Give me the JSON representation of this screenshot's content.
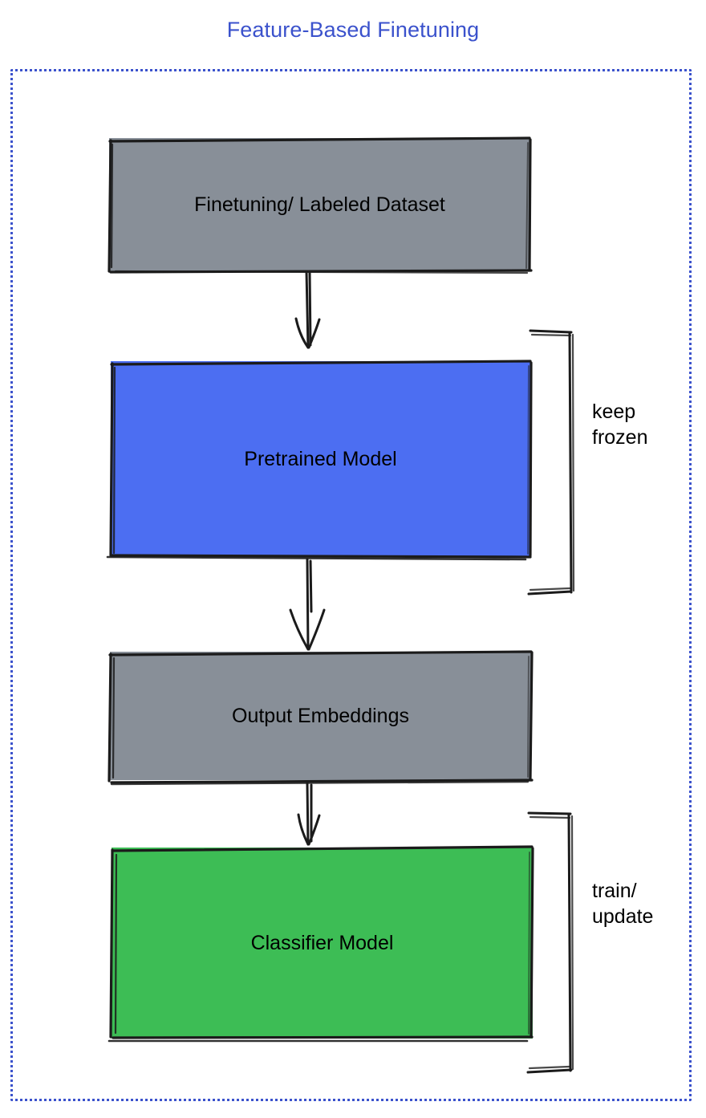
{
  "diagram": {
    "title": "Feature-Based Finetuning",
    "title_color": "#3b52cc",
    "frame": {
      "name": "dashed-container",
      "border_color": "#3b52cc",
      "border_style": "dotted"
    },
    "nodes": [
      {
        "id": "dataset",
        "label": "Finetuning/ Labeled Dataset",
        "fill": "#888f98",
        "stroke": "#1b1b1b"
      },
      {
        "id": "pretrained",
        "label": "Pretrained Model",
        "fill": "#4c6ef2",
        "stroke": "#1b1b1b"
      },
      {
        "id": "embeddings",
        "label": "Output Embeddings",
        "fill": "#888f98",
        "stroke": "#1b1b1b"
      },
      {
        "id": "classifier",
        "label": "Classifier Model",
        "fill": "#3dbd55",
        "stroke": "#1b1b1b"
      }
    ],
    "connectors": [
      {
        "id": "dataset-to-pretrained",
        "from": "dataset",
        "to": "pretrained",
        "style": "arrow-down"
      },
      {
        "id": "pretrained-to-embeddings",
        "from": "pretrained",
        "to": "embeddings",
        "style": "arrow-down"
      },
      {
        "id": "embeddings-to-classifier",
        "from": "embeddings",
        "to": "classifier",
        "style": "arrow-down"
      }
    ],
    "annotations": [
      {
        "id": "keep-frozen",
        "text": "keep\nfrozen",
        "bracket_for": "pretrained",
        "color": "#000000"
      },
      {
        "id": "train-update",
        "text": "train/\nupdate",
        "bracket_for": "classifier",
        "color": "#000000"
      }
    ]
  }
}
